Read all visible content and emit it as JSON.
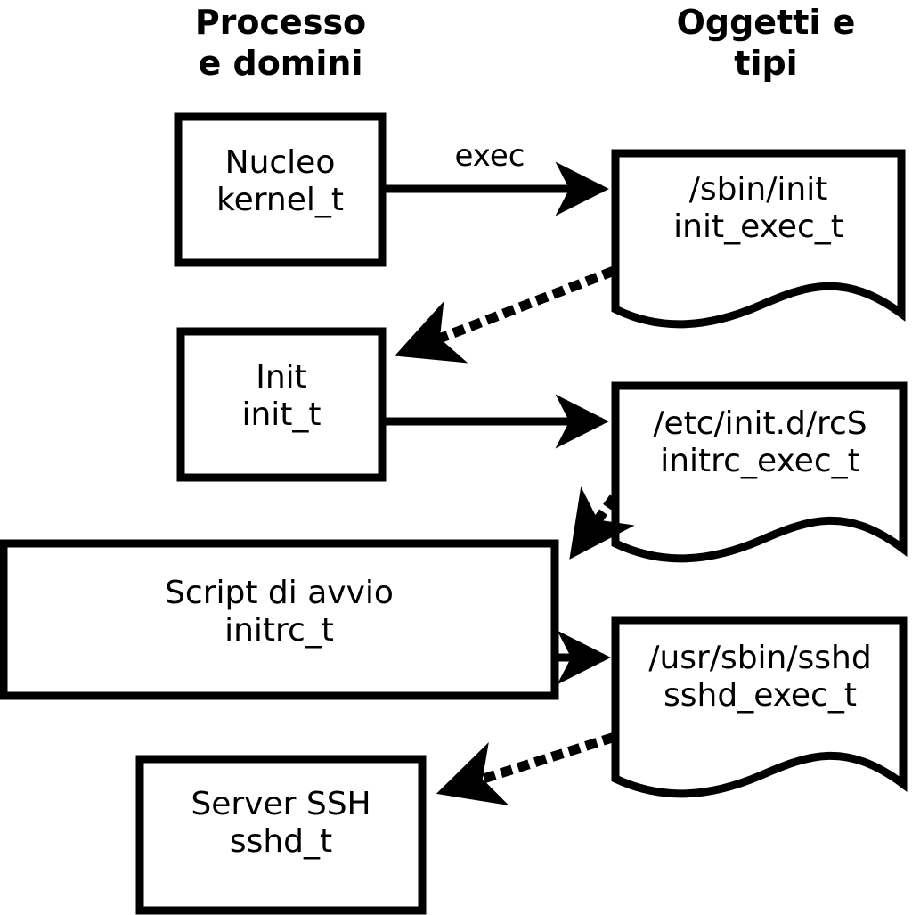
{
  "diagram": {
    "title_left": "Processo\ne domini",
    "title_right": "Oggetti e\ntipi",
    "stroke_color": "#000000",
    "fill_color": "#ffffff",
    "columns": [
      {
        "name": "processes-and-domains",
        "label": "Processo\ne domini"
      },
      {
        "name": "objects-and-types",
        "label": "Oggetti e\ntipi"
      }
    ],
    "process_nodes": [
      {
        "id": "kernel",
        "shape": "rect",
        "line1": "Nucleo",
        "line2": "kernel_t",
        "label": "Nucleo\nkernel_t"
      },
      {
        "id": "init",
        "shape": "rect",
        "line1": "Init",
        "line2": "init_t",
        "label": "Init\ninit_t"
      },
      {
        "id": "initrc",
        "shape": "rect",
        "line1": "Script di avvio",
        "line2": "initrc_t",
        "label": "Script di avvio\ninitrc_t"
      },
      {
        "id": "sshd",
        "shape": "rect",
        "line1": "Server SSH",
        "line2": "sshd_t",
        "label": "Server SSH\nsshd_t"
      }
    ],
    "object_nodes": [
      {
        "id": "init-exec",
        "shape": "document",
        "line1": "/sbin/init",
        "line2": "init_exec_t",
        "label": "/sbin/init\ninit_exec_t"
      },
      {
        "id": "initrc-exec",
        "shape": "document",
        "line1": "/etc/init.d/rcS",
        "line2": "initrc_exec_t",
        "label": "/etc/init.d/rcS\ninitrc_exec_t"
      },
      {
        "id": "sshd-exec",
        "shape": "document",
        "line1": "/usr/sbin/sshd",
        "line2": "sshd_exec_t",
        "label": "/usr/sbin/sshd\nsshd_exec_t"
      }
    ],
    "edges": [
      {
        "id": "kernel-exec-init-exec",
        "from": "kernel",
        "to": "init-exec",
        "style": "solid",
        "label": "exec"
      },
      {
        "id": "init-exec-to-init",
        "from": "init-exec",
        "to": "init",
        "style": "dotted",
        "label": ""
      },
      {
        "id": "init-to-initrc-exec",
        "from": "init",
        "to": "initrc-exec",
        "style": "solid",
        "label": ""
      },
      {
        "id": "initrc-exec-to-initrc",
        "from": "initrc-exec",
        "to": "initrc",
        "style": "dotted",
        "label": ""
      },
      {
        "id": "initrc-to-sshd-exec",
        "from": "initrc",
        "to": "sshd-exec",
        "style": "solid",
        "label": ""
      },
      {
        "id": "sshd-exec-to-sshd",
        "from": "sshd-exec",
        "to": "sshd",
        "style": "dotted",
        "label": ""
      }
    ],
    "edge_labels": {
      "exec": "exec"
    }
  }
}
